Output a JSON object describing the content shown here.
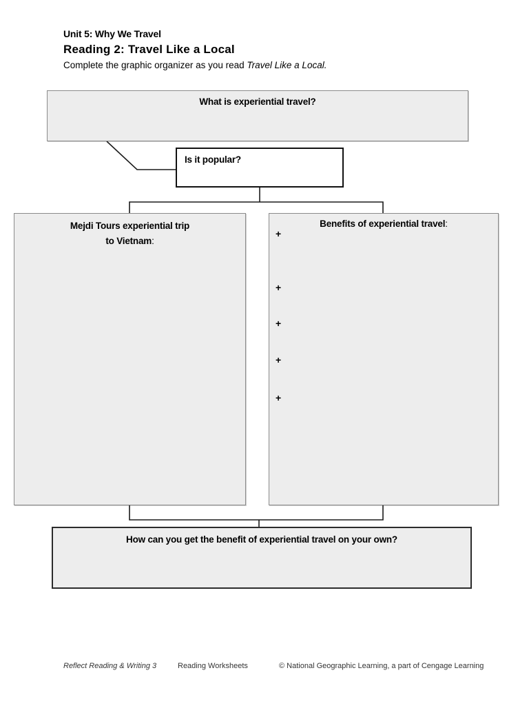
{
  "header": {
    "unit": "Unit 5: Why We Travel",
    "reading": "Reading 2: Travel Like a Local",
    "instruction_prefix": "Complete the graphic organizer as you read ",
    "instruction_title_italic": "Travel Like a Local."
  },
  "organizer": {
    "top_box_label": "What is experiential travel?",
    "popular_box_label": "Is it popular?",
    "left_box_title_line1": "Mejdi Tours experiential trip",
    "left_box_title_line2": "to Vietnam",
    "left_box_title_colon": ":",
    "right_box_title": "Benefits of experiential travel",
    "right_box_title_colon": ":",
    "plus_bullets": [
      "+",
      "+",
      "+",
      "+",
      "+"
    ],
    "bottom_box_label": "How can you get the benefit of experiential travel on your own?"
  },
  "footer": {
    "book": "Reflect Reading & Writing 3",
    "section": "Reading Worksheets",
    "copyright": "© National Geographic Learning, a part of Cengage Learning"
  },
  "colors": {
    "box_fill": "#ededed",
    "gray_border": "#8a8a8a",
    "dark_border": "#2b2b2b",
    "line": "#1a1a1a"
  }
}
